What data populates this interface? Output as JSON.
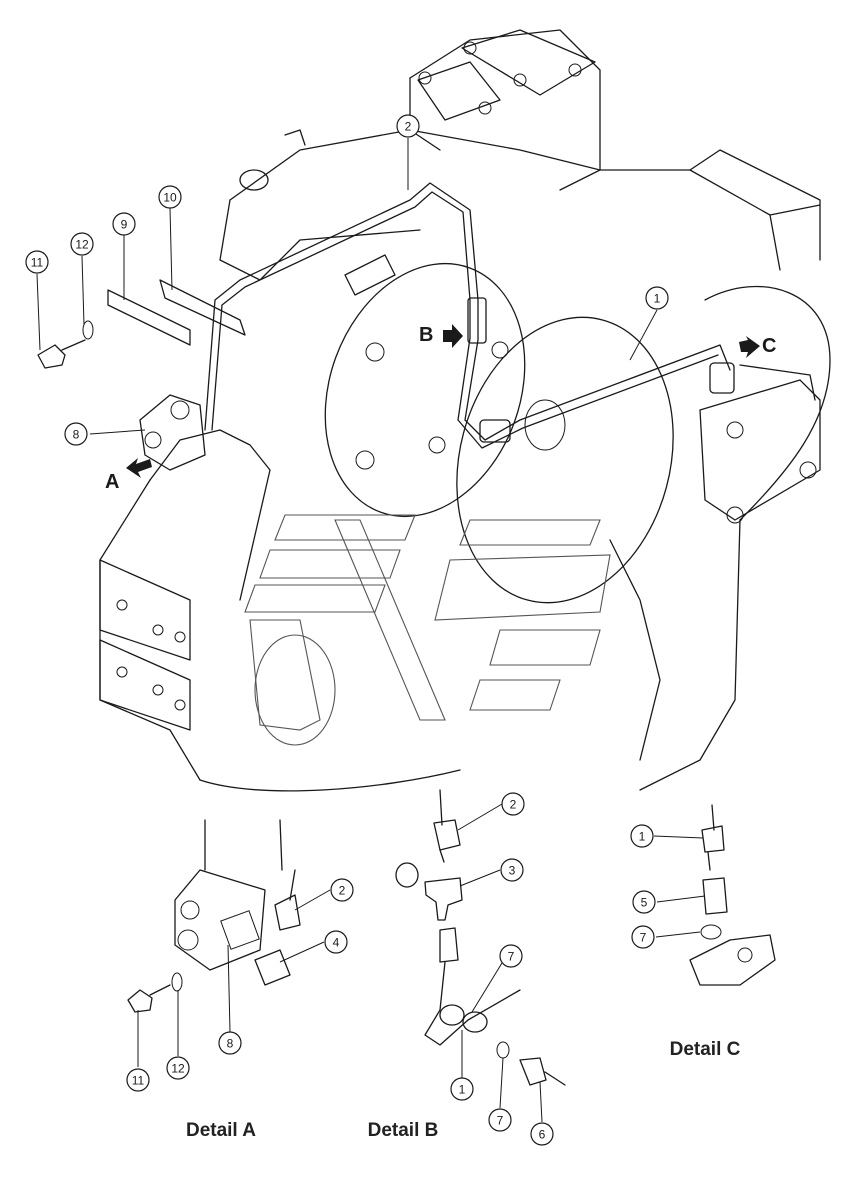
{
  "main_view": {
    "callouts": [
      "1",
      "2",
      "8",
      "9",
      "10",
      "11",
      "12"
    ],
    "view_markers": [
      "A",
      "B",
      "C"
    ]
  },
  "detail_a": {
    "caption": "Detail A",
    "callouts": [
      "2",
      "4",
      "8",
      "11",
      "12"
    ]
  },
  "detail_b": {
    "caption": "Detail B",
    "callouts": [
      "2",
      "3",
      "7",
      "1",
      "7",
      "6"
    ]
  },
  "detail_c": {
    "caption": "Detail C",
    "callouts": [
      "1",
      "5",
      "7"
    ]
  },
  "colors": {
    "line": "#1a1a1a",
    "background": "#ffffff",
    "watermark": "#555555"
  }
}
